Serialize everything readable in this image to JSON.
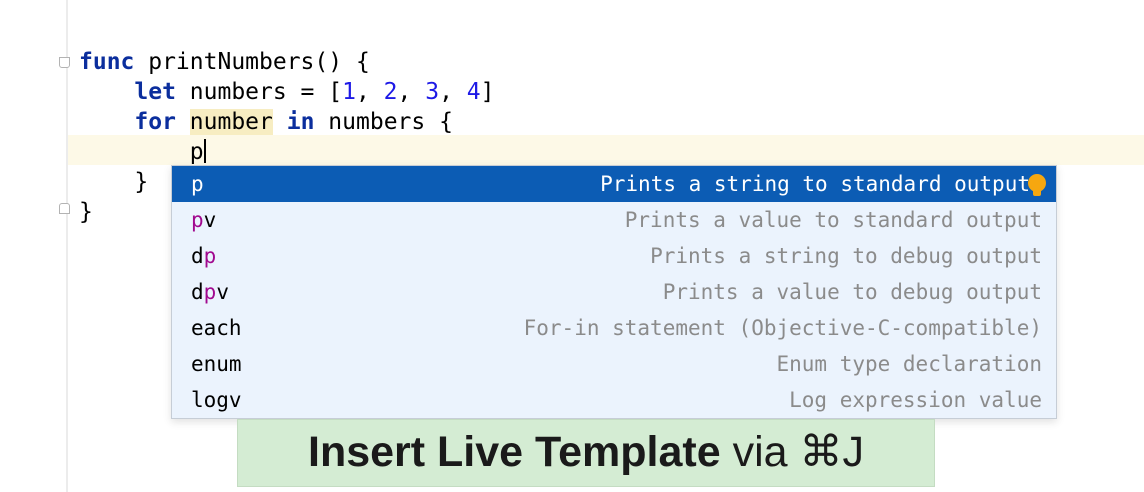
{
  "editor": {
    "code": {
      "func_kw": "func",
      "func_sig": " printNumbers() {",
      "let_kw": "let",
      "let_text": " numbers = [",
      "n1": "1",
      "sep1": ", ",
      "n2": "2",
      "sep2": ", ",
      "n3": "3",
      "sep3": ", ",
      "n4": "4",
      "let_end": "]",
      "for_kw": "for",
      "for_var": "number",
      "in_kw": "in",
      "for_rest": " numbers {",
      "typed": "p",
      "inner_close": "}",
      "outer_close": "}"
    }
  },
  "completion": {
    "items": [
      {
        "prefix": "",
        "match": "p",
        "suffix": "",
        "description": "Prints a string to standard output"
      },
      {
        "prefix": "",
        "match": "p",
        "suffix": "v",
        "description": "Prints a value to standard output"
      },
      {
        "prefix": "d",
        "match": "p",
        "suffix": "",
        "description": "Prints a string to debug output"
      },
      {
        "prefix": "d",
        "match": "p",
        "suffix": "v",
        "description": "Prints a value to debug output"
      },
      {
        "prefix": "each",
        "match": "",
        "suffix": "",
        "description": "For-in statement (Objective-C-compatible)"
      },
      {
        "prefix": "enum",
        "match": "",
        "suffix": "",
        "description": "Enum type declaration"
      },
      {
        "prefix": "logv",
        "match": "",
        "suffix": "",
        "description": "Log expression value"
      }
    ],
    "selected_index": 0
  },
  "banner": {
    "bold_text": "Insert Live Template",
    "regular_text": " via ⌘J"
  },
  "colors": {
    "selection": "#0c5cb4",
    "popup_bg": "#ebf3fd",
    "keyword": "#0b2e9d",
    "number": "#1d19e6",
    "match": "#a1098f",
    "banner_bg": "#d4ecd3"
  }
}
